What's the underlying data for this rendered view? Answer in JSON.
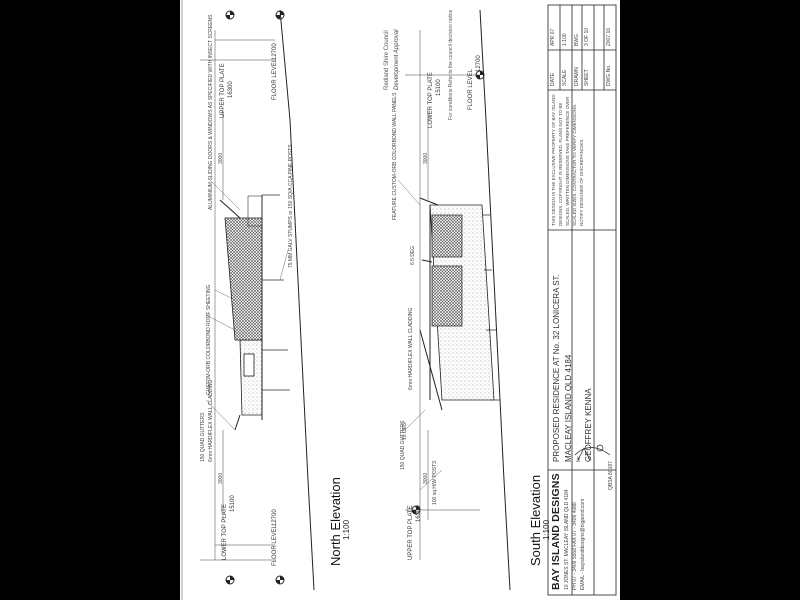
{
  "title_block": {
    "company": "BAY ISLAND DESIGNS",
    "company_address": "10 JONES ST. MACLEAY ISLAND QLD 4184",
    "phone_fax": "PH 07 - 3409 5558   FAX 07 - 3409 4088",
    "email": "EMAIL - bayislanddesigns@bigpond.com",
    "qbsa": "QBSA 80187",
    "project_line1": "PROPOSED RESIDENCE AT No. 32 LONICERA ST.",
    "project_line2": "MACLEAY ISLAND QLD 4184",
    "client_for": "for",
    "client": "GEOFFREY KENNA",
    "disclaimer": "THIS DESIGN IS THE EXCLUSIVE PROPERTY OF BAY ISLAND DESIGNS. COPYRIGHT IS RESERVED. PLANS NOT TO BE SCALED. WRITTEN DIMENSIONS TAKE PREFERENCE OVER SCALED SIZES. CONTRACTOR TO VERIFY DIMENSIONS. NOTIFY DESIGNER OF DISCREPANCIES.",
    "info": [
      {
        "key": "DATE",
        "value": "APR 07"
      },
      {
        "key": "SCALE",
        "value": "1:100"
      },
      {
        "key": "DRAWN",
        "value": "BWG"
      },
      {
        "key": "SHEET",
        "value": "3 OF 10"
      },
      {
        "key": "DWG No.",
        "value": "2007.16"
      }
    ]
  },
  "north_elevation": {
    "title": "North Elevation",
    "scale": "1:100",
    "upper_top_plate_label": "UPPER TOP PLATE",
    "upper_top_plate_value": "16300",
    "lower_top_plate_label": "LOWER TOP PLATE",
    "lower_top_plate_value": "15100",
    "floor_level_label": "FLOOR LEVEL",
    "floor_level_right": "12700",
    "floor_level_left": "12700",
    "notes": [
      "150 QUAD GUTTERS",
      "6mm HARDIFLEX WALL CLADDING",
      "CUSTOM-ORB COLORBOND ROOF SHEETING",
      "75 MM GALV STUMPS or 150 SQ/A CCA PINE POSTS",
      "ALUMINIUM SLIDING DOORS & WINDOWS AS SPECIFIED WITH INSECT SCREENS"
    ]
  },
  "south_elevation": {
    "title": "South Elevation",
    "scale": "1:100",
    "upper_top_plate_label": "UPPER TOP PLATE",
    "upper_top_plate_value": "16300",
    "lower_top_plate_label": "LOWER TOP PLATE",
    "lower_top_plate_value": "15100",
    "floor_level_label": "FLOOR LEVEL",
    "floor_level_value": "12700",
    "notes": [
      "150 QUAD GUTTERS",
      "6mm HARDIFLEX WALL CLADDING",
      "100 sq H/W POSTS",
      "FEATURE CUSTOM-ORB COLORBOND WALL PANELS",
      "6.5 DEG",
      "10 DEG"
    ]
  },
  "stamp": {
    "line1": "Redland Shire Council",
    "line2": "Development Approval",
    "line3": "For conditions Refer to the council decision notice"
  },
  "dims": [
    "3000",
    "3000",
    "3000",
    "3000"
  ],
  "colors": {
    "paper": "#ffffff",
    "background": "#000000",
    "line": "#222222",
    "hatch": "#555555"
  }
}
